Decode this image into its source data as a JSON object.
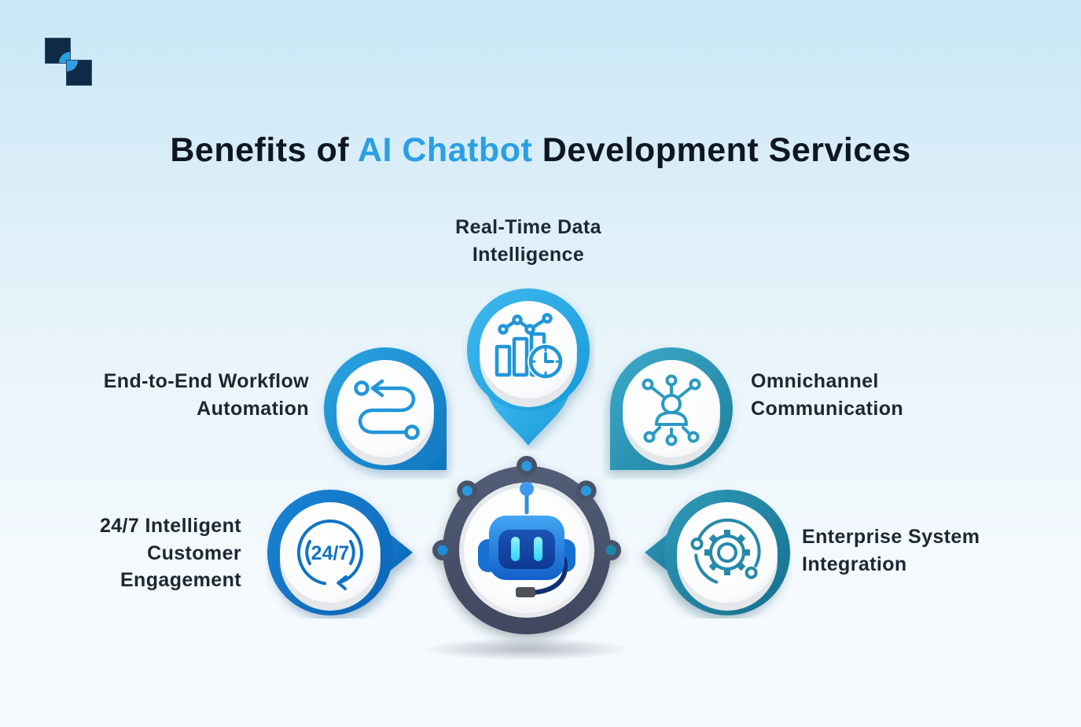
{
  "logo": {
    "name": "dual-square-logo"
  },
  "title": {
    "prefix": "Benefits of ",
    "highlight": "AI Chatbot",
    "suffix": " Development Services"
  },
  "benefits": [
    {
      "id": "real-time-data-intelligence",
      "label": "Real-Time Data\nIntelligence",
      "icon": "chart-clock-icon",
      "position": "top"
    },
    {
      "id": "end-to-end-workflow-automation",
      "label": "End-to-End Workflow\nAutomation",
      "icon": "workflow-route-icon",
      "position": "upper-left"
    },
    {
      "id": "omnichannel-communication",
      "label": "Omnichannel\nCommunication",
      "icon": "person-network-icon",
      "position": "upper-right"
    },
    {
      "id": "24-7-intelligent-customer-engagement",
      "label": "24/7 Intelligent\nCustomer\nEngagement",
      "icon": "24-7-clock-icon",
      "icon_text": "24/7",
      "position": "lower-left"
    },
    {
      "id": "enterprise-system-integration",
      "label": "Enterprise System\nIntegration",
      "icon": "gear-orbit-icon",
      "position": "lower-right"
    }
  ],
  "center": {
    "icon": "chatbot-robot-icon"
  },
  "colors": {
    "background_top": "#c9e7f6",
    "title_text": "#10161f",
    "title_highlight": "#2b9fe3",
    "label_text": "#1c2733",
    "hub_ring": "#4a5269",
    "pin_blue": "#29abe2",
    "workflow_blue": "#1e95d4",
    "omnichannel_teal": "#2e9fbe",
    "engagement_blue": "#0e74c4",
    "integration_teal": "#1f7f9c",
    "robot_blue": "#2d8fe0",
    "robot_eye_cyan": "#59e7ff"
  }
}
